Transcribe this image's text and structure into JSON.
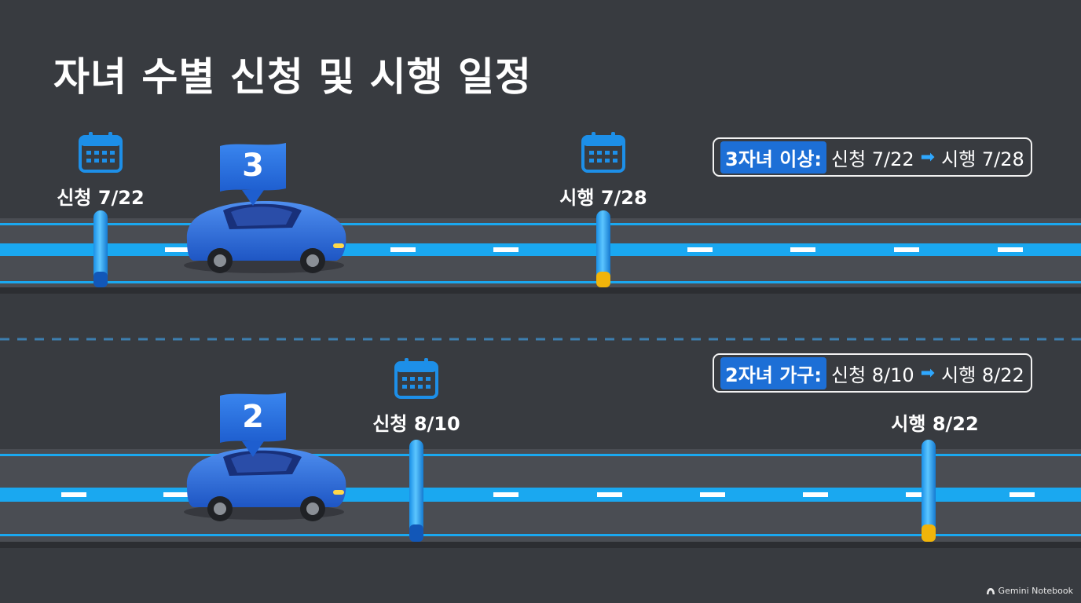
{
  "title": "자녀 수별 신청 및 시행 일정",
  "tracks": [
    {
      "badge": "3",
      "apply_label": "신청 7/22",
      "start_label": "시행 7/28",
      "info": {
        "group": "3자녀 이상:",
        "apply": "신청 7/22",
        "arrow": "➡",
        "start": "시행 7/28"
      }
    },
    {
      "badge": "2",
      "apply_label": "신청 8/10",
      "start_label": "시행 8/22",
      "info": {
        "group": "2자녀 가구:",
        "apply": "신청 8/10",
        "arrow": "➡",
        "start": "시행 8/22"
      }
    }
  ],
  "icons": {
    "calendar": "calendar-icon",
    "car": "car-icon",
    "flag": "flag-pin-icon",
    "watermark": "gemini-icon"
  },
  "colors": {
    "background": "#383b40",
    "road": "#4a4d53",
    "lane": "#1aa8f0",
    "accent": "#1d6fd6",
    "apply_marker": "#1257b8",
    "start_marker": "#f1b40a"
  },
  "watermark": "Gemini Notebook"
}
